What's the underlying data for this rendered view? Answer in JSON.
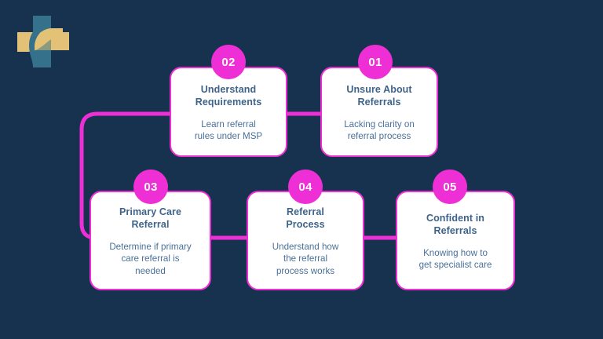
{
  "theme": {
    "background": "#17324f",
    "accent": "#ef2fd6",
    "card_background": "#ffffff",
    "title_color": "#3d6389",
    "description_color": "#4a7099",
    "logo_teal": "#36718b",
    "logo_gold": "#e3c278"
  },
  "logo": {
    "name": "medical-cross-logo",
    "alt": "Medical cross logo with swoosh"
  },
  "steps": [
    {
      "number": "02",
      "title": "Understand\nRequirements",
      "description": "Learn referral\nrules under MSP"
    },
    {
      "number": "01",
      "title": "Unsure About\nReferrals",
      "description": "Lacking clarity on\nreferral process"
    },
    {
      "number": "03",
      "title": "Primary Care\nReferral",
      "description": "Determine if primary\ncare referral is\nneeded"
    },
    {
      "number": "04",
      "title": "Referral\nProcess",
      "description": "Understand how\nthe referral\nprocess works"
    },
    {
      "number": "05",
      "title": "Confident in\nReferrals",
      "description": "Knowing how to\nget specialist care"
    }
  ]
}
